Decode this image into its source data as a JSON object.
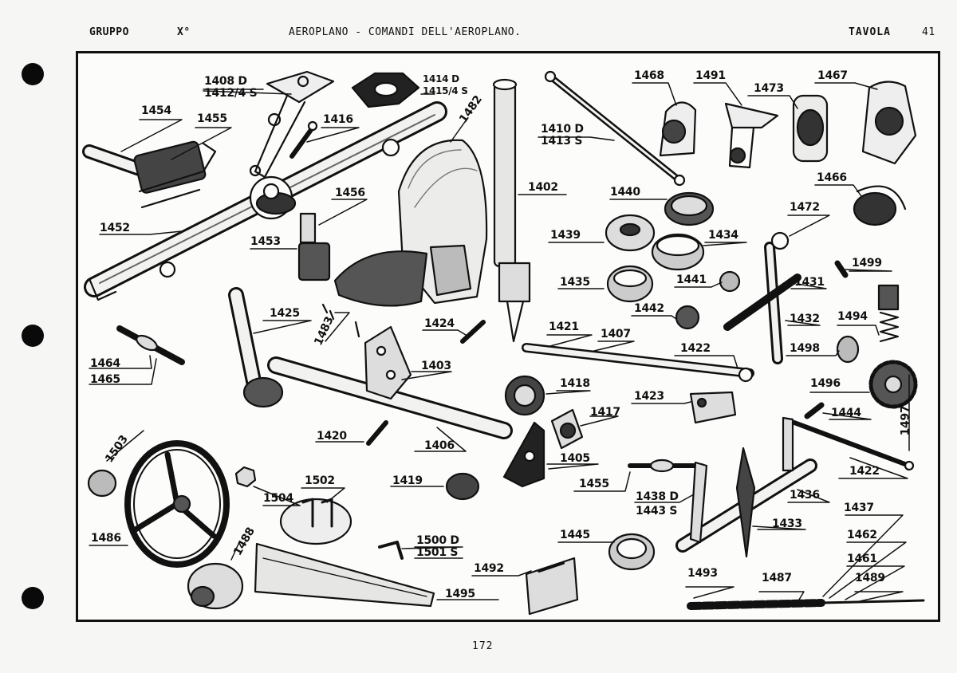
{
  "header": {
    "gruppo": "GRUPPO",
    "group_num": "X°",
    "subject": "AEROPLANO - COMANDI DELL'AEROPLANO.",
    "tavola": "TAVOLA",
    "table_num": "41"
  },
  "page_number": "172",
  "part_labels": {
    "p1408": [
      "1408 D",
      "1412/4 S"
    ],
    "p1414": [
      "1414 D",
      "1415/4 S"
    ],
    "p1454": "1454",
    "p1455a": "1455",
    "p1416": "1416",
    "p1482": "1482",
    "p1402": "1402",
    "p1410": [
      "1410 D",
      "1413 S"
    ],
    "p1468": "1468",
    "p1491": "1491",
    "p1473": "1473",
    "p1467": "1467",
    "p1466": "1466",
    "p1456": "1456",
    "p1452": "1452",
    "p1453": "1453",
    "p1440": "1440",
    "p1439": "1439",
    "p1434": "1434",
    "p1472": "1472",
    "p1499": "1499",
    "p1435": "1435",
    "p1441": "1441",
    "p1431": "1431",
    "p1425": "1425",
    "p1483": "1483",
    "p1442": "1442",
    "p1432": "1432",
    "p1494": "1494",
    "p1424": "1424",
    "p1421": "1421",
    "p1407": "1407",
    "p1422a": "1422",
    "p1498": "1498",
    "p1464": [
      "1464",
      "1465"
    ],
    "p1403": "1403",
    "p1418": "1418",
    "p1496": "1496",
    "p1423": "1423",
    "p1444": "1444",
    "p1497": "1497",
    "p1417": "1417",
    "p1420": "1420",
    "p1406": "1406",
    "p1405": "1405",
    "p1422b": "1422",
    "p1503": "1503",
    "p1504": "1504",
    "p1502": "1502",
    "p1419": "1419",
    "p1455b": "1455",
    "p1438": [
      "1438 D",
      "1443 S"
    ],
    "p1436": "1436",
    "p1437": "1437",
    "p1486": "1486",
    "p1433": "1433",
    "p1462": "1462",
    "p1445": "1445",
    "p1500": [
      "1500 D",
      "1501 S"
    ],
    "p1488": "1488",
    "p1461": "1461",
    "p1492": "1492",
    "p1493": "1493",
    "p1487": "1487",
    "p1489": "1489",
    "p1495": "1495"
  }
}
